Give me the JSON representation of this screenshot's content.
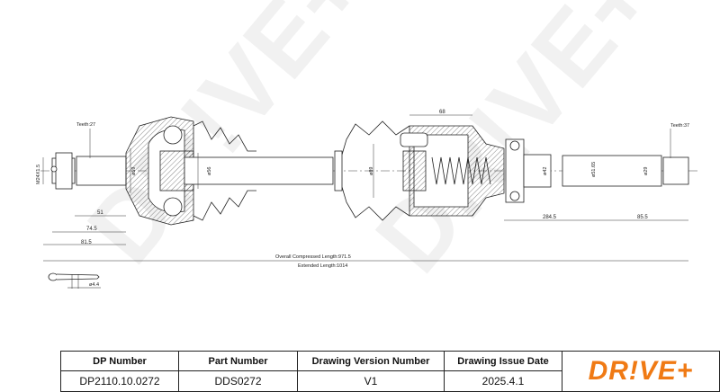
{
  "drawing": {
    "left_teeth": "Teeth:27",
    "thread": "M24X1.5",
    "dia_59": "ø59",
    "dia_56": "ø56",
    "dim_51": "51",
    "dim_74_5": "74.5",
    "dim_81_5": "81.5",
    "dim_68": "68",
    "dia_89": "ø89",
    "dia_42": "ø42",
    "dia_51_65": "ø51.65",
    "dia_29": "ø29",
    "dim_284_5": "284.5",
    "dim_85_5": "85.5",
    "right_teeth": "Teeth:37",
    "overall_length": "Overall  Compressed  Length:971.5",
    "extended_length": "Extended  Length:1014",
    "pin_dia": "ø4.4",
    "watermark": "DR!VE+"
  },
  "title_block": {
    "headers": [
      "DP Number",
      "Part Number",
      "Drawing Version Number",
      "Drawing Issue Date"
    ],
    "values": [
      "DP2110.10.0272",
      "DDS0272",
      "V1",
      "2025.4.1"
    ],
    "logo": "DR!VE+",
    "logo_color": "#f07a14"
  }
}
